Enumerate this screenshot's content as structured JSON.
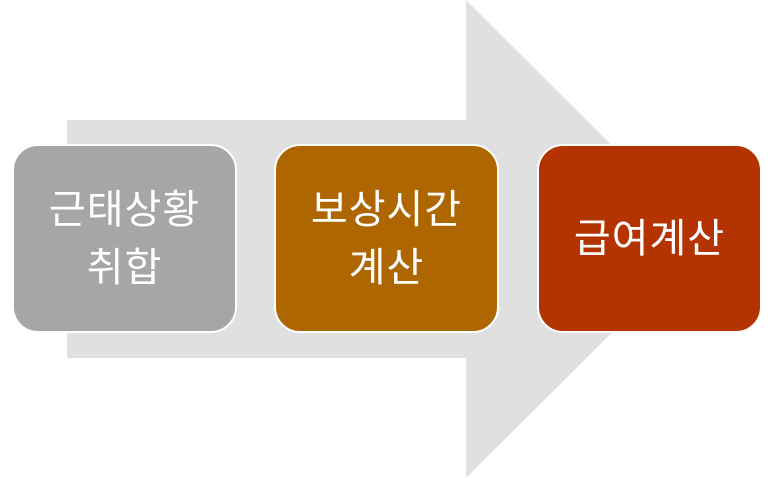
{
  "flow": {
    "arrow_color": "#e0e0e0",
    "steps": [
      {
        "line1": "근태상황",
        "line2": "취합",
        "color": "#a6a6a6"
      },
      {
        "line1": "보상시간",
        "line2": "계산",
        "color": "#ae6600"
      },
      {
        "line1": "급여계산",
        "line2": "",
        "color": "#b33400"
      }
    ]
  }
}
